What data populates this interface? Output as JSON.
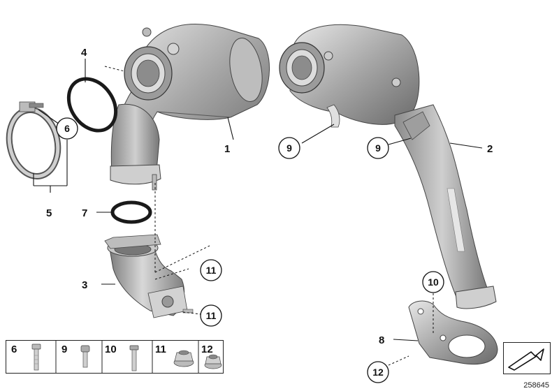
{
  "diagram": {
    "labels": {
      "part_1": "1",
      "part_2": "2",
      "part_3": "3",
      "part_4": "4",
      "part_5": "5",
      "part_6": "6",
      "part_7": "7",
      "part_8": "8",
      "callout_9a": "9",
      "callout_9b": "9",
      "callout_10": "10",
      "callout_11a": "11",
      "callout_11b": "11",
      "callout_12": "12"
    },
    "parts": {
      "converter_1": "catalytic-converter-near-engine",
      "converter_2": "catalytic-converter-with-downpipe",
      "elbow_3": "exhaust-elbow-pipe",
      "seal_ring_4": "seal-ring",
      "clamp_5": "v-band-clamp",
      "gasket_7": "gasket-ring",
      "bracket_8": "mounting-bracket"
    }
  },
  "legend": {
    "items": [
      {
        "number": "6",
        "icon": "bolt-icon"
      },
      {
        "number": "9",
        "icon": "socket-bolt-icon"
      },
      {
        "number": "10",
        "icon": "hex-bolt-icon"
      },
      {
        "number": "11",
        "icon": "flange-nut-icon"
      },
      {
        "number": "12",
        "icon": "collar-nut-icon"
      }
    ]
  },
  "footer": {
    "doc_id": "258645",
    "nav_icon": "arrow-icon"
  }
}
